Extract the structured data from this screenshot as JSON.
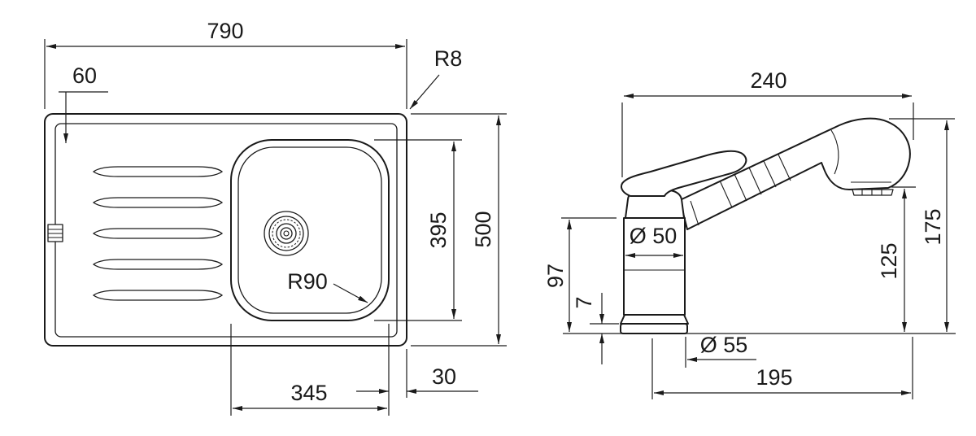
{
  "page": {
    "background": "#ffffff",
    "line_color": "#1a1a1a"
  },
  "sink_view": {
    "width": "790",
    "rim_offset": "60",
    "corner_radius": "R8",
    "depth": "500",
    "bowl_depth": "395",
    "bowl_radius": "R90",
    "bowl_width": "345",
    "edge_gap": "30"
  },
  "faucet_view": {
    "spout_reach": "240",
    "body_height": "97",
    "base_thickness": "7",
    "body_diameter": "Ø 50",
    "base_diameter": "Ø 55",
    "outlet_height": "125",
    "total_height": "175",
    "outlet_reach": "195"
  }
}
